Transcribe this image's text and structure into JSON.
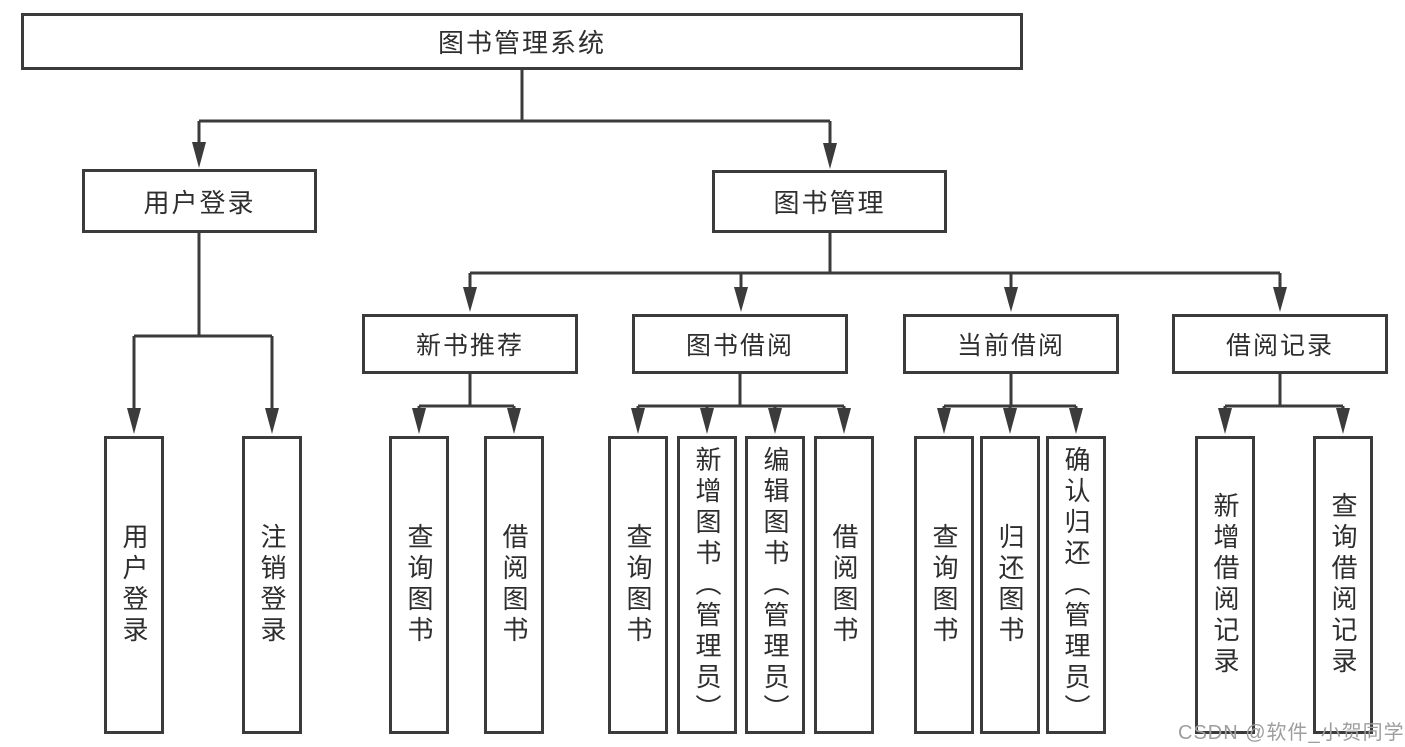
{
  "diagram": {
    "root": "图书管理系统",
    "level2": {
      "login": "用户登录",
      "management": "图书管理"
    },
    "level3": {
      "recommend": "新书推荐",
      "borrow": "图书借阅",
      "current": "当前借阅",
      "records": "借阅记录"
    },
    "leaves": {
      "login": [
        "用户登录",
        "注销登录"
      ],
      "recommend": [
        "查询图书",
        "借阅图书"
      ],
      "borrow": [
        "查询图书",
        "新增图书（管理员）",
        "编辑图书（管理员）",
        "借阅图书"
      ],
      "current": [
        "查询图书",
        "归还图书",
        "确认归还（管理员）"
      ],
      "records": [
        "新增借阅记录",
        "查询借阅记录"
      ]
    }
  },
  "watermark": "CSDN @软件_小贺同学",
  "colors": {
    "line": "#3b3b3b",
    "text": "#2e2e2e",
    "watermark": "#9e9e9e",
    "background": "#ffffff"
  }
}
